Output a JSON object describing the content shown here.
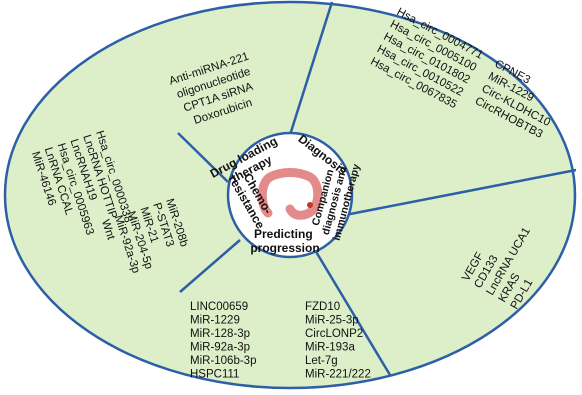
{
  "colors": {
    "outer_ring_fill": "#dcefc9",
    "outer_ring_border": "#2d5fa7",
    "inner_circle_fill": "#ffffff",
    "colon_color": "#e58a8a",
    "divider_color": "#2d5fa7"
  },
  "center": {
    "icon": "colon-organ-icon"
  },
  "inner_labels": {
    "drug_loading_therapy": [
      "Drug loading",
      "therapy"
    ],
    "diagnosis": [
      "Diagnosis"
    ],
    "companion": [
      "Companion",
      "diagnosis and",
      "immunotherapy"
    ],
    "predicting_progression": [
      "Predicting",
      "progression"
    ],
    "chemoresistance": [
      "Chemo-",
      "resistance"
    ]
  },
  "outer_sections": {
    "drug_loading_therapy": [
      "Anti-miRNA-221",
      "oligonucleotide",
      "CPT1A siRNA",
      "Doxorubicin"
    ],
    "diagnosis_circrnas": [
      "Hsa_circ_0004771",
      "Hsa_circ_0005100",
      "Hsa_circ_0101802",
      "Hsa_circ_0010522",
      "Hsa_circ_0067835"
    ],
    "diagnosis_genes": [
      "CPNE3",
      "MiR-1229",
      "Circ-KLDHC10",
      "CircRHOBTB3"
    ],
    "companion_immunotherapy": [
      "VEGF",
      "CD133",
      "LncRNA UCA1",
      "KRAS",
      "PD-L1"
    ],
    "predicting_progression_left": [
      "LINC00659",
      "MiR-1229",
      "MiR-128-3p",
      "MiR-92a-3p",
      "MiR-106b-3p",
      "HSPC111"
    ],
    "predicting_progression_right": [
      "FZD10",
      "MiR-25-3p",
      "CircLONP2",
      "MiR-193a",
      "Let-7g",
      "MiR-221/222"
    ],
    "chemoresistance_left": [
      "Hsa_circ_0000338",
      "LncRNA HOTTIP",
      "LncRNAH19",
      "Hsa_circ_0005963",
      "LnRNA CCAL",
      "MiR-46146"
    ],
    "chemoresistance_right": [
      "MiR-208b",
      "P-STAT3",
      "MiR-21",
      "MiR-204-5p",
      "MiR-92a-3p",
      "Wnt"
    ]
  }
}
